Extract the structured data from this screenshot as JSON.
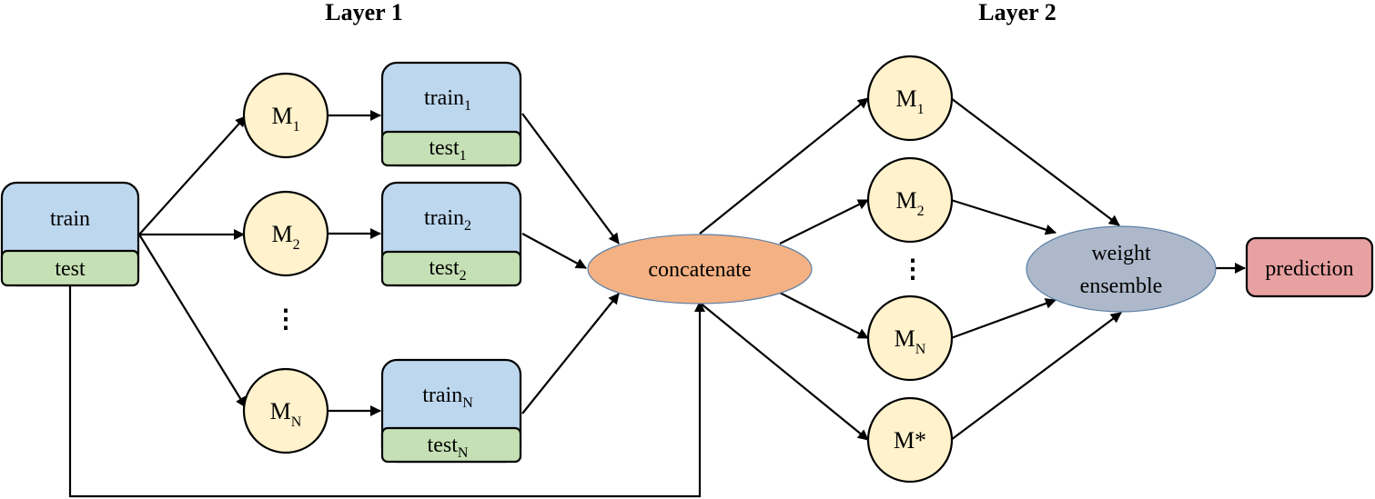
{
  "colors": {
    "train_fill": "#bdd7ee",
    "test_fill": "#c5e0b4",
    "model_fill": "#fff2cc",
    "concat_fill": "#f4b183",
    "ensemble_fill": "#adb9ca",
    "prediction_fill": "#e8a1a1",
    "stroke": "#000000"
  },
  "titles": {
    "layer1": "Layer 1",
    "layer2": "Layer 2"
  },
  "input": {
    "train": "train",
    "test": "test"
  },
  "layer1": {
    "models": [
      {
        "base": "M",
        "sub": "1"
      },
      {
        "base": "M",
        "sub": "2"
      },
      {
        "base": "M",
        "sub": "N"
      }
    ],
    "ellipsis": "⋮",
    "splits": [
      {
        "train_base": "train",
        "train_sub": "1",
        "test_base": "test",
        "test_sub": "1"
      },
      {
        "train_base": "train",
        "train_sub": "2",
        "test_base": "test",
        "test_sub": "2"
      },
      {
        "train_base": "train",
        "train_sub": "N",
        "test_base": "test",
        "test_sub": "N"
      }
    ]
  },
  "concatenate": "concatenate",
  "layer2": {
    "models": [
      {
        "base": "M",
        "sub": "1"
      },
      {
        "base": "M",
        "sub": "2"
      },
      {
        "base": "M",
        "sub": "N"
      },
      {
        "base": "M*",
        "sub": ""
      }
    ],
    "ellipsis": "⋮"
  },
  "ensemble": {
    "line1": "weight",
    "line2": "ensemble"
  },
  "prediction": "prediction"
}
